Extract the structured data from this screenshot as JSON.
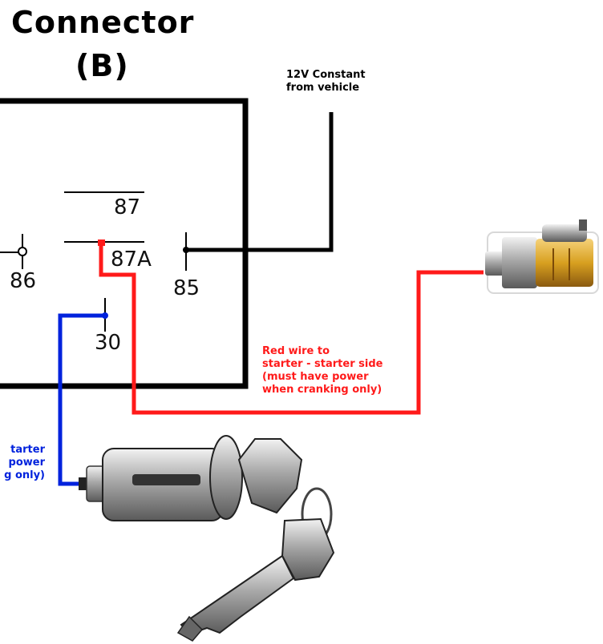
{
  "title": {
    "line1": "Connector",
    "line2": "(B)"
  },
  "relay": {
    "pins": {
      "p87": "87",
      "p87a": "87A",
      "p86": "86",
      "p85": "85",
      "p30": "30"
    }
  },
  "labels": {
    "constant": [
      "12V Constant",
      "from vehicle"
    ],
    "red_wire": [
      "Red wire to",
      "starter - starter side",
      "(must have power",
      "when cranking only)"
    ],
    "blue_wire": [
      "tarter",
      "power",
      "g only)"
    ]
  },
  "colors": {
    "wire_black": "#000000",
    "wire_red": "#ff1a1a",
    "wire_blue": "#0022dd"
  },
  "icons": {
    "starter": "starter-motor-icon",
    "ignition": "ignition-switch-with-keys-icon"
  }
}
